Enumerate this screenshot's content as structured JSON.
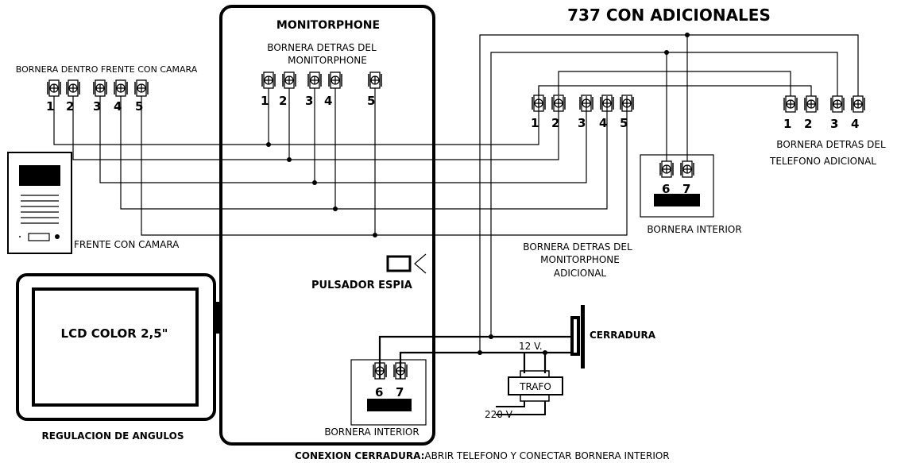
{
  "title": "737 CON ADICIONALES",
  "monitor": {
    "title": "MONITORPHONE",
    "terminal_label_line1": "BORNERA DETRAS  DEL",
    "terminal_label_line2": "MONITORPHONE",
    "terminals": [
      "1",
      "2",
      "3",
      "4",
      "5"
    ],
    "spy_button": "PULSADOR ESPIA",
    "inner_terminals": [
      "6",
      "7"
    ],
    "inner_label": "BORNERA INTERIOR"
  },
  "camera_front": {
    "terminal_label": "BORNERA DENTRO FRENTE CON CAMARA",
    "terminals": [
      "1",
      "2",
      "3",
      "4",
      "5"
    ],
    "label": "FRENTE CON CAMARA"
  },
  "lcd": {
    "label": "LCD COLOR 2,5\"",
    "caption": "REGULACION DE ANGULOS"
  },
  "additional_monitor": {
    "terminals": [
      "1",
      "2",
      "3",
      "4",
      "5"
    ],
    "label_line1": "BORNERA DETRAS  DEL",
    "label_line2": "MONITORPHONE",
    "label_line3": "ADICIONAL"
  },
  "inner_box": {
    "terminals": [
      "6",
      "7"
    ],
    "label": "BORNERA INTERIOR"
  },
  "additional_phone": {
    "terminals": [
      "1",
      "2",
      "3",
      "4"
    ],
    "label_line1": "BORNERA DETRAS  DEL",
    "label_line2": "TELEFONO  ADICIONAL"
  },
  "lock": {
    "label": "CERRADURA",
    "voltage": "12 V.",
    "transformer": "TRAFO",
    "mains": "220 V"
  },
  "footer": {
    "bold": "CONEXION CERRADURA:",
    "text": "ABRIR TELEFONO Y CONECTAR BORNERA INTERIOR"
  }
}
